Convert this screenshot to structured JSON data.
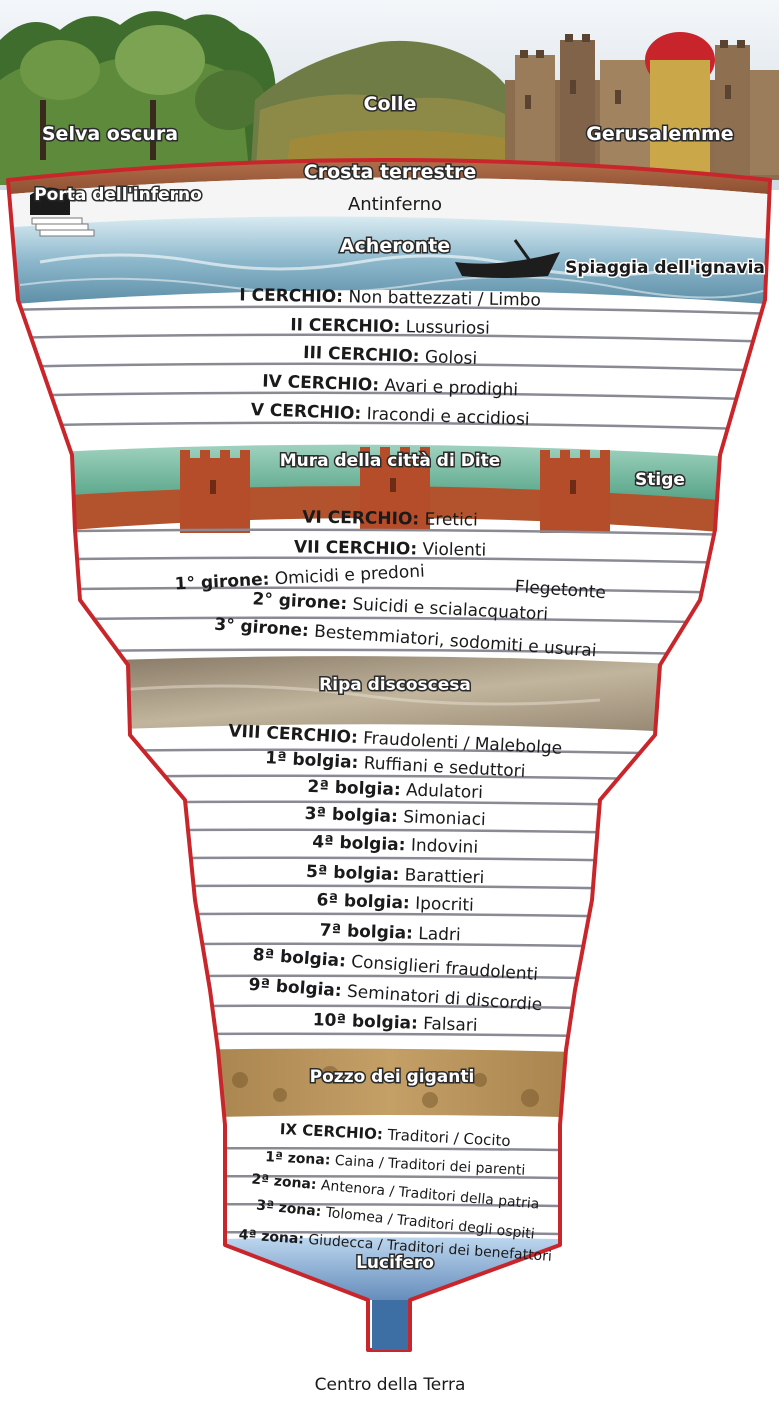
{
  "surface": {
    "selva": "Selva oscura",
    "colle": "Colle",
    "gerusalemme": "Gerusalemme"
  },
  "top": {
    "crosta": "Crosta terrestre",
    "porta": "Porta dell'inferno",
    "antinferno": "Antinferno",
    "acheronte": "Acheronte",
    "spiaggia": "Spiaggia dell'ignavia"
  },
  "circles_1": [
    {
      "prefix": "I CERCHIO:",
      "text": " Non battezzati / Limbo"
    },
    {
      "prefix": "II CERCHIO:",
      "text": " Lussuriosi"
    },
    {
      "prefix": "III CERCHIO:",
      "text": " Golosi"
    },
    {
      "prefix": "IV CERCHIO:",
      "text": " Avari e prodighi"
    },
    {
      "prefix": "V CERCHIO:",
      "text": " Iracondi e accidiosi"
    }
  ],
  "dite": {
    "mura": "Mura della città di Dite",
    "stige": "Stige"
  },
  "circles_2": [
    {
      "prefix": "VI CERCHIO:",
      "text": " Eretici"
    },
    {
      "prefix": "VII CERCHIO:",
      "text": " Violenti"
    },
    {
      "prefix": "1° girone:",
      "text": " Omicidi e predoni"
    },
    {
      "prefix": "2° girone:",
      "text": " Suicidi e scialacquatori"
    },
    {
      "prefix": "3° girone:",
      "text": " Bestemmiatori, sodomiti e usurai"
    }
  ],
  "flegetonte": "Flegetonte",
  "ripa": "Ripa discoscesa",
  "circles_3": [
    {
      "prefix": "VIII CERCHIO:",
      "text": " Fraudolenti / Malebolge"
    },
    {
      "prefix": "1ª bolgia:",
      "text": " Ruffiani e seduttori"
    },
    {
      "prefix": "2ª bolgia:",
      "text": " Adulatori"
    },
    {
      "prefix": "3ª bolgia:",
      "text": " Simoniaci"
    },
    {
      "prefix": "4ª bolgia:",
      "text": " Indovini"
    },
    {
      "prefix": "5ª bolgia:",
      "text": " Barattieri"
    },
    {
      "prefix": "6ª bolgia:",
      "text": " Ipocriti"
    },
    {
      "prefix": "7ª bolgia:",
      "text": " Ladri"
    },
    {
      "prefix": "8ª bolgia:",
      "text": " Consiglieri fraudolenti"
    },
    {
      "prefix": "9ª bolgia:",
      "text": " Seminatori di discordie"
    },
    {
      "prefix": "10ª bolgia:",
      "text": " Falsari"
    }
  ],
  "pozzo": "Pozzo dei giganti",
  "circles_4": [
    {
      "prefix": "IX CERCHIO:",
      "text": "  Traditori / Cocito"
    },
    {
      "prefix": "1ª zona:",
      "text": " Caina / Traditori dei parenti"
    },
    {
      "prefix": "2ª zona:",
      "text": " Antenora / Traditori della patria"
    },
    {
      "prefix": "3ª zona:",
      "text": " Tolomea / Traditori degli ospiti"
    },
    {
      "prefix": "4ª zona:",
      "text": " Giudecca / Traditori dei benefattori"
    }
  ],
  "lucifero": "Lucifero",
  "centro": "Centro della Terra",
  "colors": {
    "outline": "#c8262b",
    "band_line": "#8a8a95",
    "sky": "#dfe7ee",
    "crust": "#a9633f",
    "water": "#8fb7cc",
    "stige_water": "#3d9a7b",
    "wall": "#b3532e",
    "ripa": "#9d8f7a",
    "pozzo": "#a07840",
    "lucifero": "#4b79b0"
  }
}
